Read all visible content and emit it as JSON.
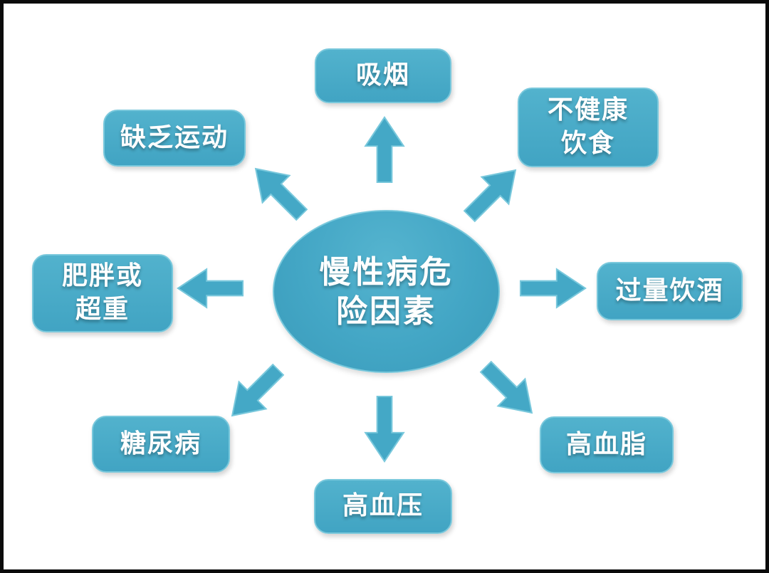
{
  "diagram": {
    "center": {
      "line1": "慢性病危",
      "line2": "险因素"
    },
    "nodes": {
      "top": {
        "line1": "吸烟"
      },
      "top_left": {
        "line1": "缺乏运动"
      },
      "top_right": {
        "line1": "不健康",
        "line2": "饮食"
      },
      "left": {
        "line1": "肥胖或",
        "line2": "超重"
      },
      "right": {
        "line1": "过量饮酒"
      },
      "bottom_left": {
        "line1": "糖尿病"
      },
      "bottom": {
        "line1": "高血压"
      },
      "bottom_right": {
        "line1": "高血脂"
      }
    },
    "colors": {
      "shape_fill": "#45a8c6",
      "shape_outline": "#79c8dc",
      "text": "#ffffff",
      "background": "#ffffff",
      "frame": "#0b0b0b"
    }
  }
}
